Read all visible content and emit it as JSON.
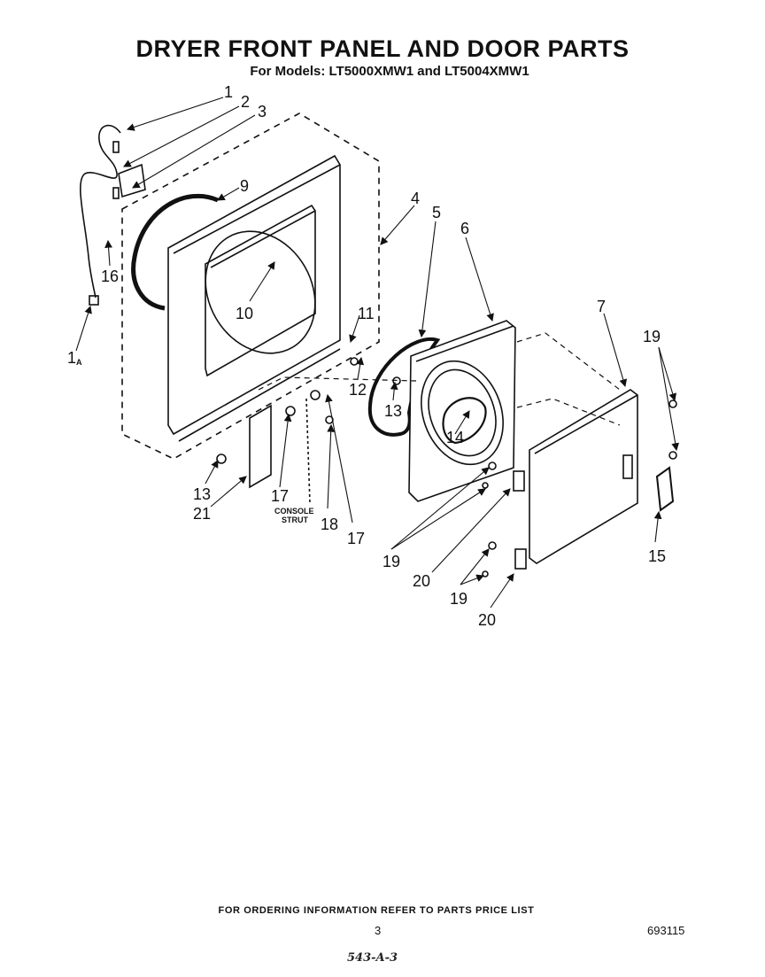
{
  "header": {
    "title": "DRYER FRONT PANEL AND DOOR PARTS",
    "subtitle": "For Models: LT5000XMW1  and LT5004XMW1"
  },
  "callouts": {
    "c1": "1",
    "c2": "2",
    "c3": "3",
    "c4": "4",
    "c5": "5",
    "c6": "6",
    "c7": "7",
    "c9": "9",
    "c10": "10",
    "c11": "11",
    "c12": "12",
    "c13a": "13",
    "c13b": "13",
    "c14": "14",
    "c15": "15",
    "c16": "16",
    "c17a": "17",
    "c17b": "17",
    "c18": "18",
    "c19a": "19",
    "c19b": "19",
    "c19c": "19",
    "c20a": "20",
    "c20b": "20",
    "c21": "21",
    "c1a": "1",
    "c1a_sub": "A"
  },
  "labels": {
    "console_strut_line1": "CONSOLE",
    "console_strut_line2": "STRUT"
  },
  "footer": {
    "ordering_note": "FOR ORDERING INFORMATION REFER TO PARTS PRICE LIST",
    "page_number": "3",
    "doc_number": "693115",
    "handwritten_ref": "543-A-3"
  }
}
